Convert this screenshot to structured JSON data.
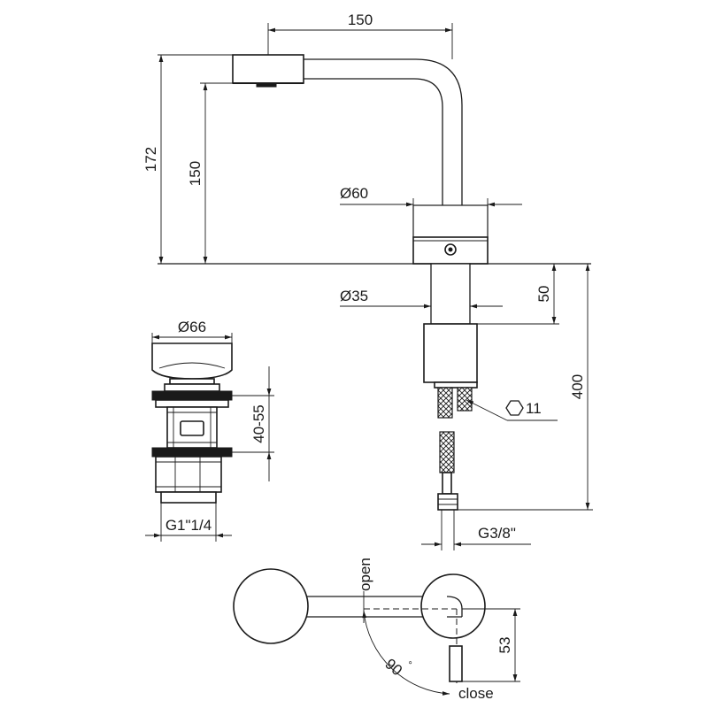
{
  "faucet": {
    "spout_reach": "150",
    "total_height": "172",
    "outlet_height": "150",
    "base_diameter": "Ø60",
    "shank_diameter": "Ø35",
    "shank_length": "50",
    "hose_length": "400",
    "hex_size": "11",
    "hose_thread": "G3/8\""
  },
  "drain": {
    "cap_diameter": "Ø66",
    "clamp_range": "40-55",
    "thread": "G1\"1/4"
  },
  "handle": {
    "open_label": "open",
    "close_label": "close",
    "rotation_angle": "90",
    "degree_mark": "°",
    "offset": "53"
  },
  "colors": {
    "line": "#1a1a1a",
    "background": "#ffffff"
  }
}
